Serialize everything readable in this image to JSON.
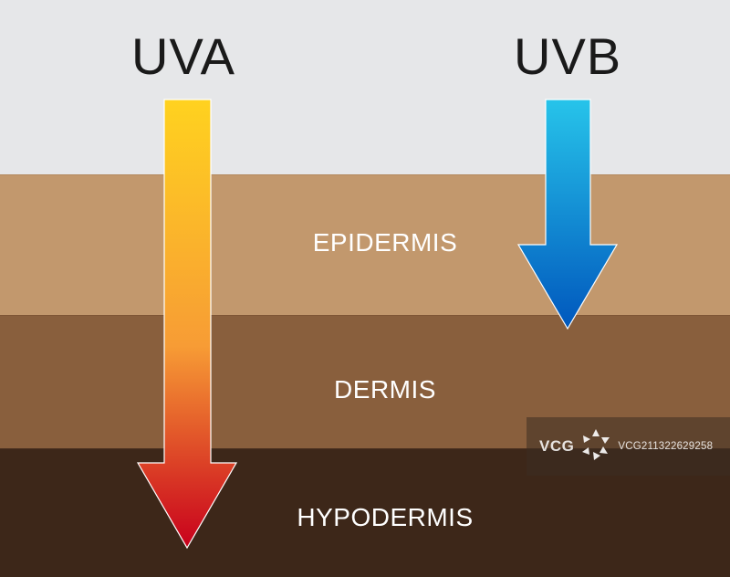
{
  "rays": {
    "uva": {
      "label": "UVA",
      "gradient_top": "#ffd21f",
      "gradient_mid": "#f79c35",
      "gradient_bottom": "#c8001c",
      "penetrates_to": "HYPODERMIS"
    },
    "uvb": {
      "label": "UVB",
      "gradient_top": "#27c4ea",
      "gradient_bottom": "#0057bd",
      "penetrates_to": "DERMIS"
    }
  },
  "layers": {
    "epidermis": {
      "label": "EPIDERMIS",
      "color": "#c2986d"
    },
    "dermis": {
      "label": "DERMIS",
      "color": "#895f3d"
    },
    "hypodermis": {
      "label": "HYPODERMIS",
      "color": "#3d2719"
    }
  },
  "background_color": "#e6e7e9",
  "watermark": {
    "brand": "VCG",
    "id": "VCG211322629258"
  }
}
